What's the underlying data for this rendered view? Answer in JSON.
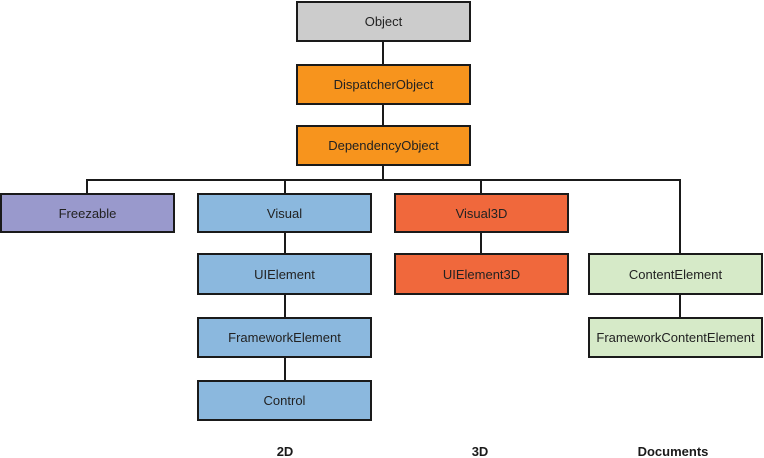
{
  "colors": {
    "object": "#cccccc",
    "core": "#f7941d",
    "freezable": "#9999cc",
    "two_d": "#8bb8de",
    "three_d": "#f0683c",
    "documents": "#d6eac8",
    "connector": "#1a1a1a"
  },
  "nodes": {
    "object": "Object",
    "dispatcher_object": "DispatcherObject",
    "dependency_object": "DependencyObject",
    "freezable": "Freezable",
    "visual": "Visual",
    "ui_element": "UIElement",
    "framework_element": "FrameworkElement",
    "control": "Control",
    "visual3d": "Visual3D",
    "ui_element3d": "UIElement3D",
    "content_element": "ContentElement",
    "framework_content_element": "FrameworkContentElement"
  },
  "captions": {
    "two_d": "2D",
    "three_d": "3D",
    "documents": "Documents"
  }
}
